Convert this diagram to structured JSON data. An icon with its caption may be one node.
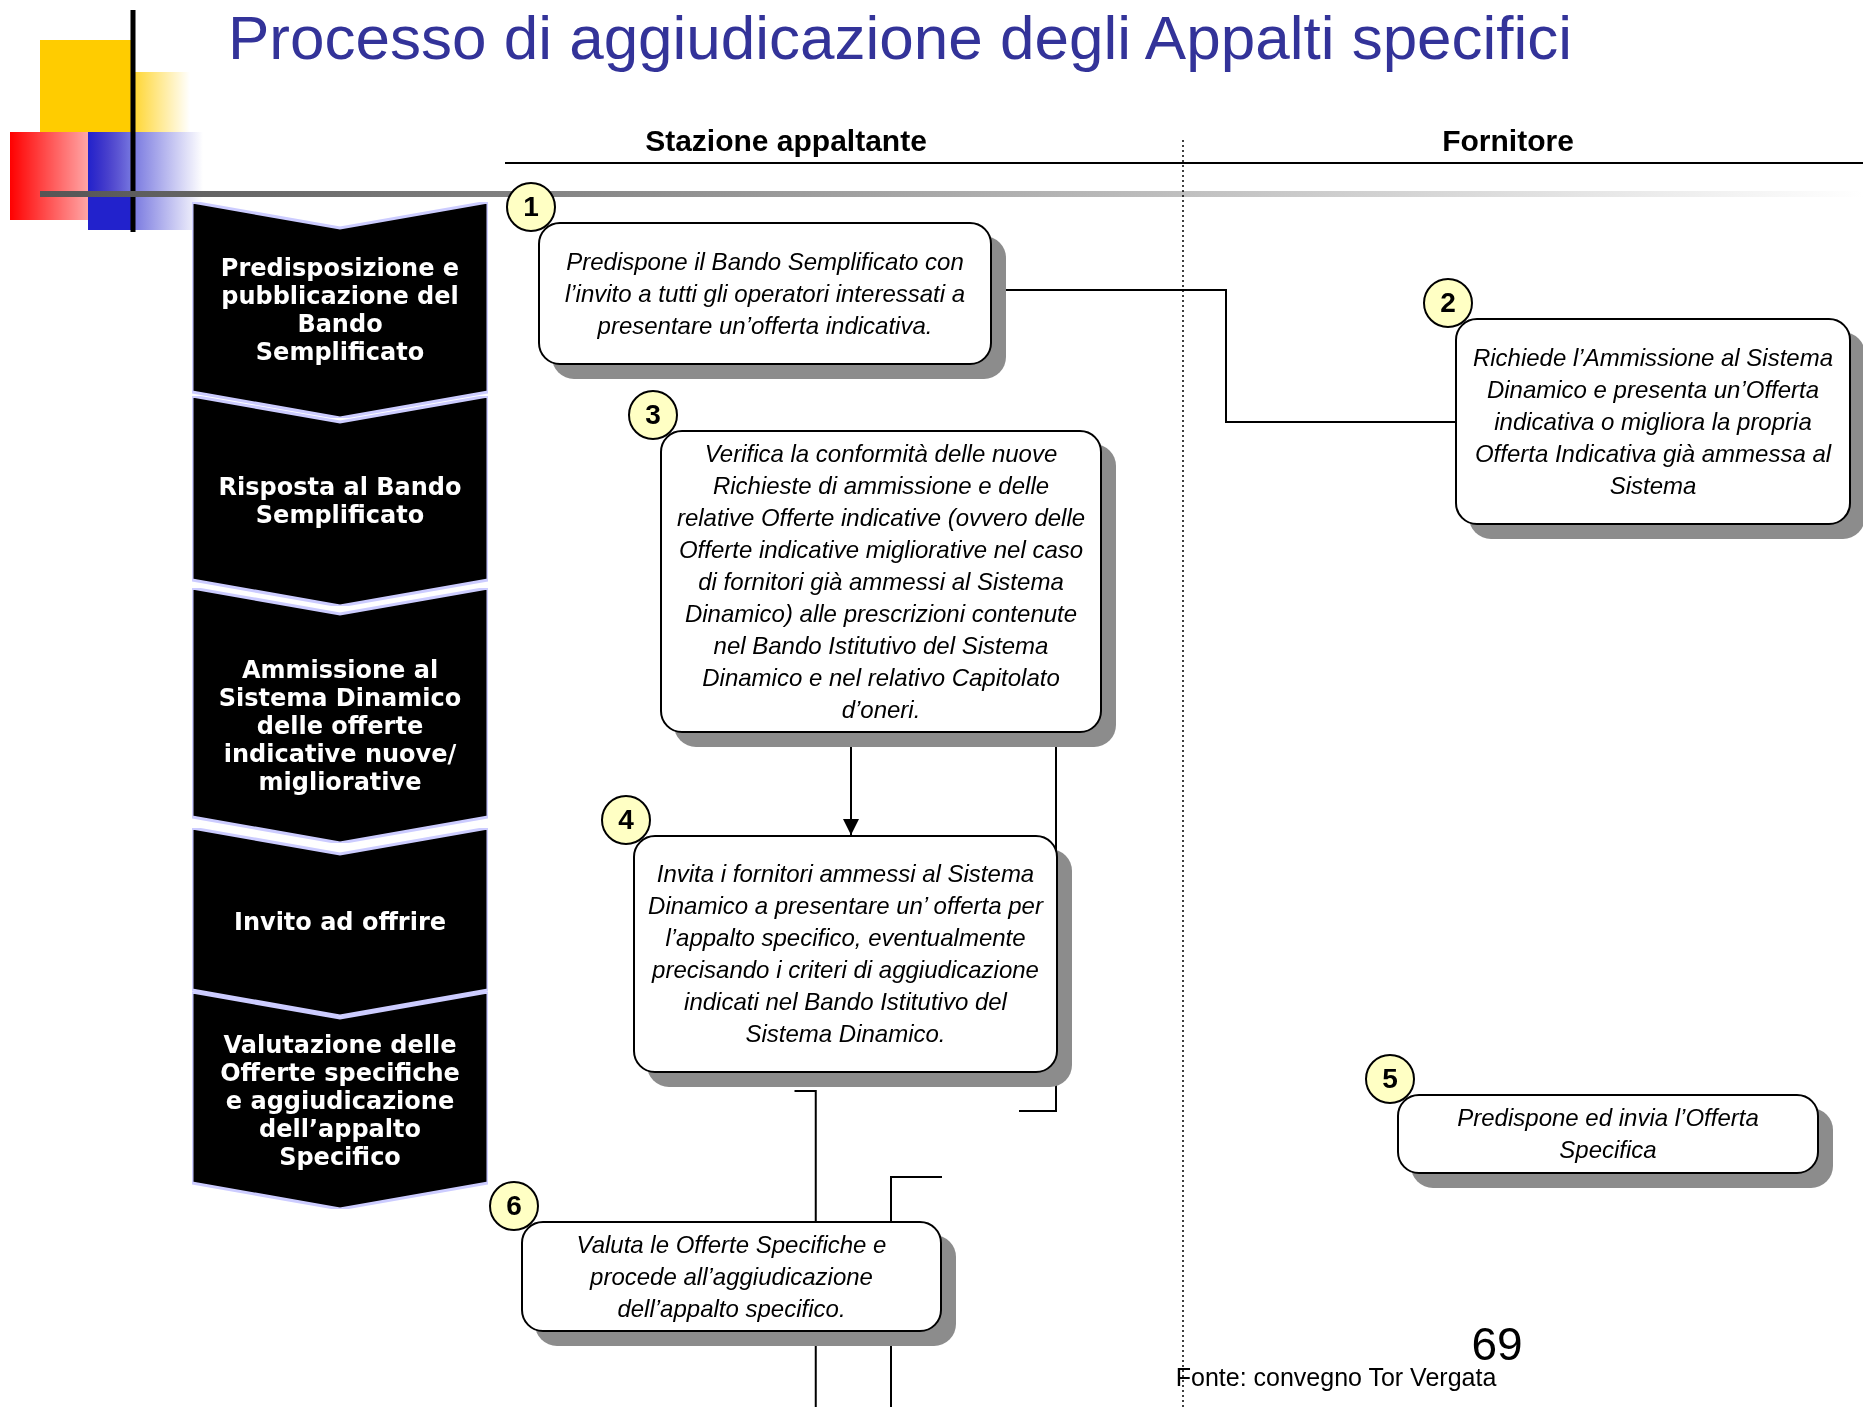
{
  "diagram": {
    "title": "Processo di aggiudicazione degli Appalti specifici",
    "nodes": [
      {
        "text": [
          "Predisposizione e pubblicazione del Bando Semplificato"
        ]
      },
      {
        "text": [
          "Risposta al Bando Semplificato"
        ]
      },
      {
        "text": [
          "Ammissione al Sistema Dinamico delle offerte indicative nuove/ migliorative"
        ]
      },
      {
        "text": [
          "Invito ad offrire"
        ]
      },
      {
        "text": [
          "Valutazione delle Offerte specifiche e aggiudicazione dell’appalto Specifico"
        ]
      },
      {
        "text": [
          "Predispone il Bando Semplificato con l’invito a tutti gli operatori interessati a presentare un’offerta indicativa."
        ],
        "beside": [
          "1"
        ]
      },
      {
        "text": [
          "Richiede l’Ammissione al Sistema Dinamico e presenta un’Offerta indicativa  o migliora la propria Offerta Indicativa già ammessa al Sistema"
        ],
        "beside": [
          "2"
        ]
      },
      {
        "text": [
          "Verifica la conformità delle nuove Richieste di ammissione e delle relative Offerte indicative (ovvero delle Offerte indicative migliorative nel caso di fornitori già ammessi al Sistema Dinamico)  alle prescrizioni contenute nel  Bando Istitutivo del Sistema Dinamico e nel relativo Capitolato d’oneri."
        ],
        "beside": [
          "3"
        ]
      },
      {
        "text": [
          "Invita i fornitori ammessi al Sistema Dinamico a presentare un’ offerta per l’appalto specifico, eventualmente precisando i criteri di aggiudicazione indicati nel Bando Istitutivo del Sistema Dinamico."
        ],
        "beside": [
          "4"
        ]
      },
      {
        "text": [
          "Predispone ed invia l’Offerta Specifica"
        ],
        "beside": [
          "5"
        ]
      },
      {
        "text": [
          "Valuta le Offerte Specifiche e procede all’aggiudicazione dell’appalto specifico."
        ],
        "beside": [
          "6"
        ]
      }
    ],
    "edges": [
      {
        "from": 5,
        "to": 6,
        "arrow": "none"
      },
      {
        "from": 7,
        "to": 8,
        "arrow": "to"
      },
      {
        "from": 8,
        "to": null,
        "arrow": "none"
      }
    ],
    "labels": [
      "Stazione appaltante",
      "Fornitore",
      "69",
      "Fonte: convegno Tor Vergata"
    ]
  }
}
